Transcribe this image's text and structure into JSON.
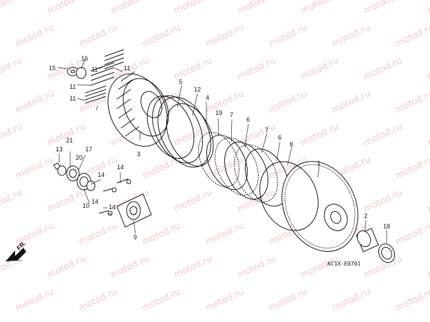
{
  "watermark": "motod.ru",
  "diagram_code": "KC1X-E0701",
  "direction_label": "FR.",
  "callouts": {
    "c1": "1",
    "c2": "2",
    "c3": "3",
    "c4": "4",
    "c5": "5",
    "c6a": "6",
    "c6b": "6",
    "c7a": "7",
    "c7b": "7",
    "c8": "8",
    "c9": "9",
    "c10": "10",
    "c11a": "11",
    "c11b": "11",
    "c11c": "11",
    "c11d": "11",
    "c12": "12",
    "c13": "13",
    "c14a": "14",
    "c14b": "14",
    "c14c": "14",
    "c15": "15",
    "c16": "16",
    "c17": "17",
    "c18": "18",
    "c19": "19",
    "c20": "20",
    "c21": "21"
  },
  "icons": {
    "arrow": "fr-arrow-icon"
  }
}
